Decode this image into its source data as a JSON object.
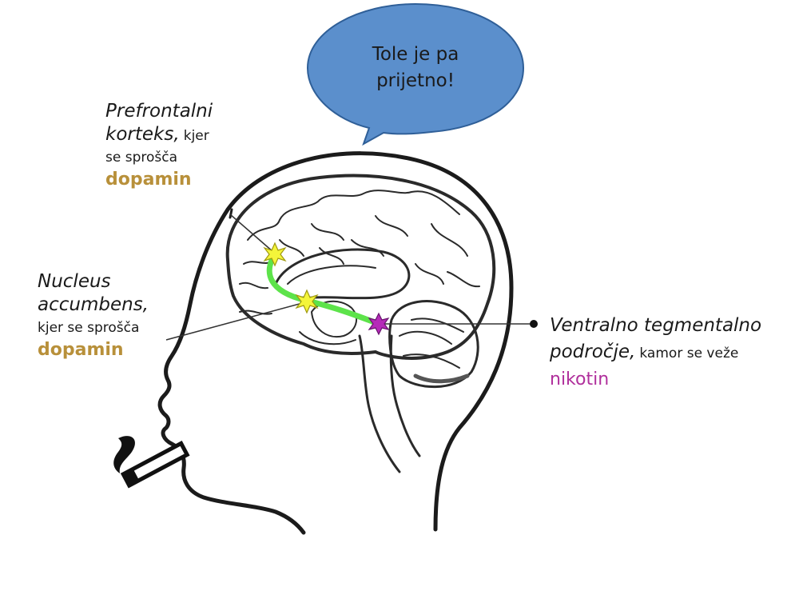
{
  "bubble": {
    "text_line1": "Tole je pa",
    "text_line2": "prijetno!"
  },
  "labels": {
    "prefrontal": {
      "line1": "Prefrontalni",
      "line2": "korteks,",
      "line2_small": "kjer",
      "line3": "se sprošča",
      "line4": "dopamin"
    },
    "nucleus": {
      "line1": "Nucleus",
      "line2": "accumbens,",
      "line3": "kjer se sprošča",
      "line4": "dopamin"
    },
    "vta": {
      "line1": "Ventralno tegmentalno",
      "line2": "področje,",
      "line2_small": "kamor se veže",
      "line3": "nikotin"
    }
  },
  "colors": {
    "dopamine": "#b8903a",
    "nicotine": "#b0309c",
    "pathway": "#5de34a",
    "bubble": "#5b8fcc",
    "star_yellow": "#f4f53a",
    "star_magenta": "#b52ab8"
  }
}
